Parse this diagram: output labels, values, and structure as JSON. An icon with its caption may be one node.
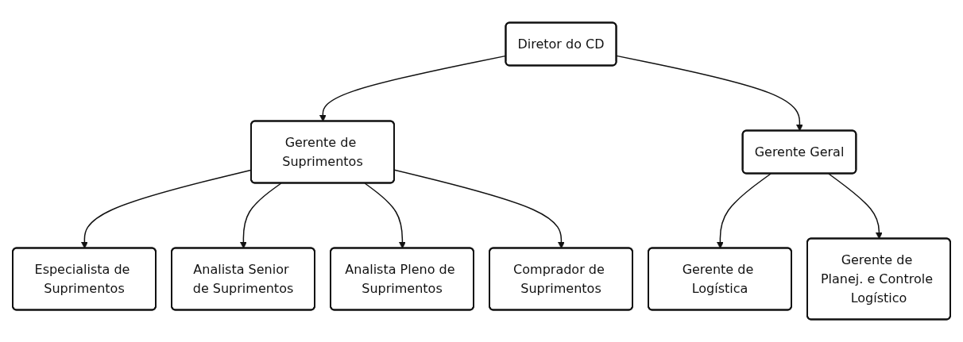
{
  "diagram": {
    "nodes": [
      {
        "text": [
          "Diretor do CD"
        ]
      },
      {
        "text": [
          "Gerente de Suprimentos"
        ]
      },
      {
        "text": [
          "Gerente Geral"
        ]
      },
      {
        "text": [
          "Especialista de Suprimentos"
        ]
      },
      {
        "text": [
          "Analista Senior de Suprimentos"
        ]
      },
      {
        "text": [
          "Analista Pleno de Suprimentos"
        ]
      },
      {
        "text": [
          "Comprador de Suprimentos"
        ]
      },
      {
        "text": [
          "Gerente de Logística"
        ]
      },
      {
        "text": [
          "Gerente de Planej. e Controle Logístico"
        ]
      }
    ],
    "edges": [
      {
        "from": 0,
        "to": 1,
        "arrow": "to"
      },
      {
        "from": 0,
        "to": 2,
        "arrow": "to"
      },
      {
        "from": 1,
        "to": 3,
        "arrow": "to"
      },
      {
        "from": 1,
        "to": 4,
        "arrow": "to"
      },
      {
        "from": 1,
        "to": 5,
        "arrow": "to"
      },
      {
        "from": 1,
        "to": 6,
        "arrow": "to"
      },
      {
        "from": 2,
        "to": 7,
        "arrow": "to"
      },
      {
        "from": 2,
        "to": 8,
        "arrow": "to"
      }
    ]
  }
}
